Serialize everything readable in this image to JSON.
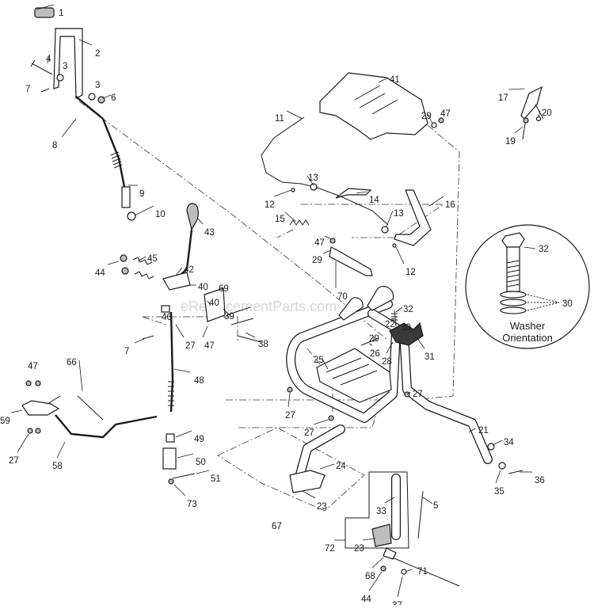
{
  "watermark": "eReplacementParts.com",
  "detail": {
    "caption_line1": "Washer",
    "caption_line2": "Orientation",
    "callouts": [
      "32",
      "30"
    ]
  },
  "callouts": [
    "1",
    "2",
    "3",
    "4",
    "3",
    "7",
    "6",
    "8",
    "9",
    "10",
    "11",
    "12",
    "13",
    "14",
    "15",
    "13",
    "16",
    "12",
    "47",
    "29",
    "41",
    "29",
    "47",
    "17",
    "20",
    "19",
    "43",
    "45",
    "44",
    "42",
    "40",
    "69",
    "40",
    "39",
    "46",
    "27",
    "47",
    "38",
    "7",
    "70",
    "32",
    "22",
    "30",
    "29",
    "26",
    "28",
    "31",
    "25",
    "27",
    "27",
    "27",
    "21",
    "34",
    "36",
    "35",
    "48",
    "49",
    "50",
    "51",
    "73",
    "47",
    "66",
    "59",
    "27",
    "58",
    "24",
    "23",
    "67",
    "33",
    "5",
    "72",
    "23",
    "68",
    "71",
    "44",
    "37"
  ]
}
